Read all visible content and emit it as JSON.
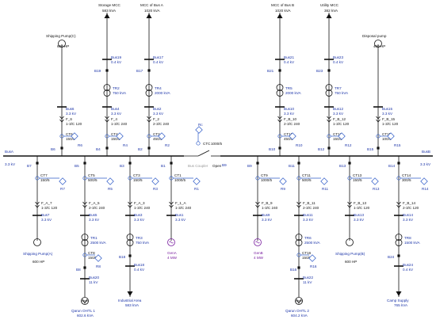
{
  "main_bus": {
    "bus_a": {
      "label": "BusA",
      "kv": "3.3 kV"
    },
    "bus_b": {
      "label": "BusB",
      "kv": "3.3 kV"
    }
  },
  "ctc": {
    "ct": "CTC",
    "ct_ratio": "1000/5",
    "breaker": "B9",
    "relay": "Rc",
    "switch_label": "Bus Coupler",
    "state": "Open"
  },
  "upper_a": [
    {
      "top_label": "Shipping Pump(C)",
      "top_rating": "600 HP",
      "load": "motor",
      "bus": "Bus6",
      "bus_kv": "3.3 kV",
      "cable": "F_6",
      "cable_spec": "1-3/C 120",
      "ct": "CT6",
      "ct_ratio": "150/5",
      "breaker": "B6",
      "relay": "R6"
    },
    {
      "top_label": "Storage MCC",
      "top_rating": "583 kVA",
      "load": "lump",
      "tb": "B19",
      "tb_bus": "Bus19",
      "tb_kv": "0.4 kV",
      "tr": "TR2",
      "tr_rating": "750 kVA",
      "bus": "Bus4",
      "bus_kv": "3.3 kV",
      "cable": "F_4",
      "cable_spec": "1-3/C 240",
      "ct": "CT4",
      "ct_ratio": "150/5",
      "breaker": "B4",
      "relay": "R4"
    },
    {
      "top_label": "MCC of Bus A",
      "top_rating": "1020 kVA",
      "load": "lump",
      "tb": "B17",
      "tb_bus": "Bus17",
      "tb_kv": "0.4 kV",
      "tr": "TR4",
      "tr_rating": "2000 kVA",
      "bus": "Bus2",
      "bus_kv": "3.3 kV",
      "cable": "F_2",
      "cable_spec": "2-3/C 240",
      "ct": "CT2",
      "ct_ratio": "450/5",
      "breaker": "B2",
      "relay": "R2"
    }
  ],
  "upper_b": [
    {
      "top_label": "MCC of Bus B",
      "top_rating": "1020 kVA",
      "load": "lump",
      "tb": "B21",
      "tb_bus": "Bus21",
      "tb_kv": "0.4 kV",
      "tr": "TR5",
      "tr_rating": "2000 kVA",
      "bus": "Bus10",
      "bus_kv": "3.3 kV",
      "cable": "F_B_10",
      "cable_spec": "2-3/C 240",
      "ct": "CT10",
      "ct_ratio": "450/5",
      "breaker": "B10",
      "relay": "R10"
    },
    {
      "top_label": "Utility MCC",
      "top_rating": "382 kVA",
      "load": "lump",
      "tb": "B23",
      "tb_bus": "Bus23",
      "tb_kv": "0.4 kV",
      "tr": "TR7",
      "tr_rating": "750 kVA",
      "bus": "Bus12",
      "bus_kv": "3.3 kV",
      "cable": "F_B_12",
      "cable_spec": "1-3/C 120",
      "ct": "CT12",
      "ct_ratio": "150/5",
      "breaker": "B12",
      "relay": "R12"
    },
    {
      "top_label": "Disposal pump",
      "top_rating": "400 HP",
      "load": "motor",
      "bus": "Bus15",
      "bus_kv": "3.3 kV",
      "cable": "F_B_15",
      "cable_spec": "1-3/C 120",
      "ct": "CT15",
      "ct_ratio": "100/5",
      "breaker": "B15",
      "relay": "R15"
    }
  ],
  "lower_a": [
    {
      "breaker": "B7",
      "ct": "CT7",
      "ct_ratio": "150/5",
      "relay": "R7",
      "cable": "F_A_7",
      "cable_spec": "1-3/C 120",
      "bus": "Bus7",
      "bus_kv": "3.3 kV",
      "load": "motor",
      "bottom_label": "Shipping Pump(A)",
      "bottom_rating": "600 HP"
    },
    {
      "breaker": "B5",
      "ct": "CT5",
      "ct_ratio": "500/5",
      "relay": "R5",
      "cable": "F_A_5",
      "cable_spec": "2-3/C 240",
      "bus": "Bus5",
      "bus_kv": "3.3 kV",
      "tr": "TR1",
      "tr_rating": "2500 kVA",
      "ct2": "CT8",
      "ct2_ratio": "150/5",
      "relay2": "R8",
      "b2": "B8",
      "b2_bus": "Bus20",
      "b2_kv": "11 kV",
      "load": "grid",
      "bottom_label": "Qarun OHTL 1",
      "bottom_rating": "602.6 kVA"
    },
    {
      "breaker": "B3",
      "ct": "CT3",
      "ct_ratio": "150/5",
      "relay": "R3",
      "cable": "F_A_3",
      "cable_spec": "1-3/C 240",
      "bus": "Bus3",
      "bus_kv": "3.3 kV",
      "tr": "TR3",
      "tr_rating": "750 kVA",
      "b2": "B18",
      "b2_bus": "Bus18",
      "b2_kv": "0.4 kV",
      "load": "lump",
      "bottom_label": "Industrial Area",
      "bottom_rating": "583 kVA"
    },
    {
      "breaker": "B1",
      "ct": "CT1",
      "ct_ratio": "1000/5",
      "relay": "R1",
      "cable": "F_1_A",
      "cable_spec": "1-3/C 240",
      "bus": "Bus1",
      "bus_kv": "3.3 kV",
      "load": "gen",
      "bottom_label": "GenA",
      "bottom_rating": "4 MW"
    }
  ],
  "lower_b": [
    {
      "breaker": "B9",
      "ct": "CT9",
      "ct_ratio": "1000/5",
      "relay": "R9",
      "cable": "F_B_9",
      "cable_spec": "1-3/C 240",
      "bus": "Bus9",
      "bus_kv": "3.3 kV",
      "load": "gen",
      "bottom_label": "GenB",
      "bottom_rating": "4 MW"
    },
    {
      "breaker": "B11",
      "ct": "CT11",
      "ct_ratio": "500/5",
      "relay": "R11",
      "cable": "F_B_11",
      "cable_spec": "2-3/C 240",
      "bus": "Bus11",
      "bus_kv": "3.3 kV",
      "tr": "TR6",
      "tr_rating": "2500 kVA",
      "ct2": "CT16",
      "ct2_ratio": "150/5",
      "relay2": "R16",
      "b2": "B16",
      "b2_bus": "Bus22",
      "b2_kv": "11 kV",
      "load": "grid",
      "bottom_label": "Qarun OHTL 2",
      "bottom_rating": "604.2 kVA"
    },
    {
      "breaker": "B13",
      "ct": "CT13",
      "ct_ratio": "150/5",
      "relay": "R13",
      "cable": "F_B_13",
      "cable_spec": "1-3/C 120",
      "bus": "Bus13",
      "bus_kv": "3.3 kV",
      "load": "motor",
      "bottom_label": "Shipping Pump(B)",
      "bottom_rating": "600 HP"
    },
    {
      "breaker": "B14",
      "ct": "CT14",
      "ct_ratio": "300/5",
      "relay": "R14",
      "cable": "F_B_14",
      "cable_spec": "2-3/C 120",
      "bus": "Bus14",
      "bus_kv": "3.3 kV",
      "tr": "TR8",
      "tr_rating": "1500 kVA",
      "b2": "B24",
      "b2_bus": "Bus24",
      "b2_kv": "0.4 kV",
      "load": "lump",
      "bottom_label": "Camp Supply",
      "bottom_rating": "765 kVA"
    }
  ]
}
